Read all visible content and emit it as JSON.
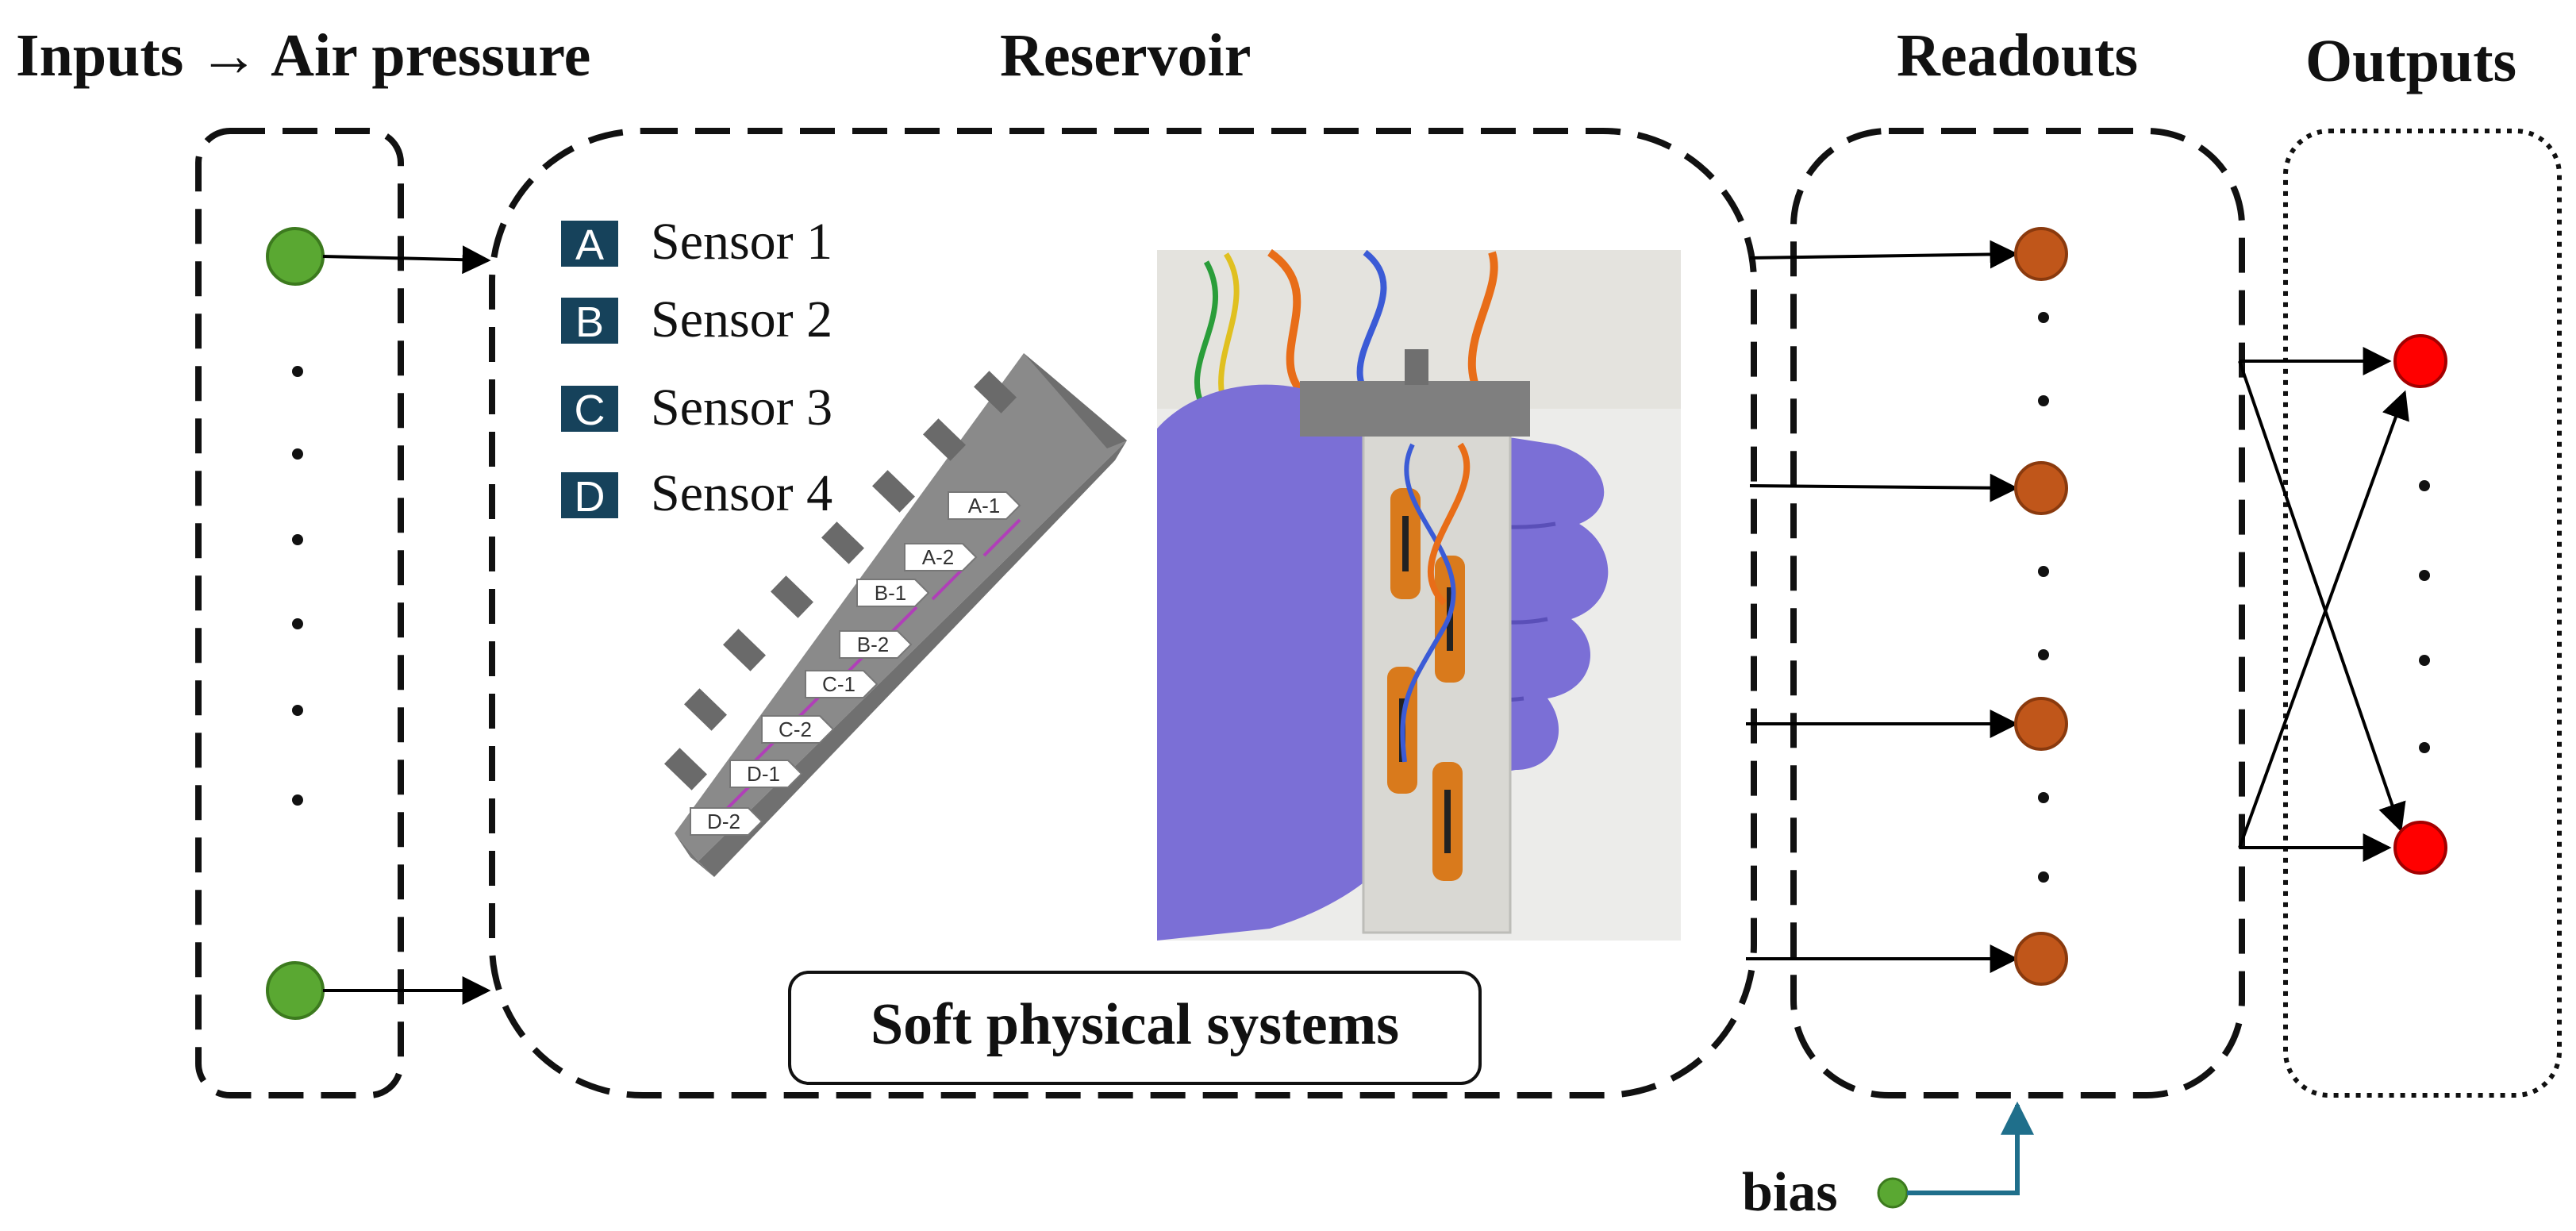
{
  "headers": {
    "inputs": "Inputs → Air pressure",
    "reservoir": "Reservoir",
    "readouts": "Readouts",
    "outputs": "Outputs"
  },
  "sensor_key": [
    {
      "letter": "A",
      "label": "Sensor 1"
    },
    {
      "letter": "B",
      "label": "Sensor 2"
    },
    {
      "letter": "C",
      "label": "Sensor 3"
    },
    {
      "letter": "D",
      "label": "Sensor 4"
    }
  ],
  "sensor_tags": [
    "A-1",
    "A-2",
    "B-1",
    "B-2",
    "C-1",
    "C-2",
    "D-1",
    "D-2"
  ],
  "reservoir_caption": "Soft physical systems",
  "bias_label": "bias",
  "colors": {
    "input_node": "#5aa832",
    "readout_node": "#c0561a",
    "output_node": "#ff0000",
    "bias_arrow": "#1f6f8b",
    "sensor_key_fill": "#16425b",
    "glove": "#7b6fd6",
    "model_gray": "#8a8a8a",
    "accent_purple": "#b03fb8"
  },
  "icons": {
    "arrow": "arrow-icon",
    "node": "circle-node-icon",
    "photo": "glove-photo-illustration"
  }
}
